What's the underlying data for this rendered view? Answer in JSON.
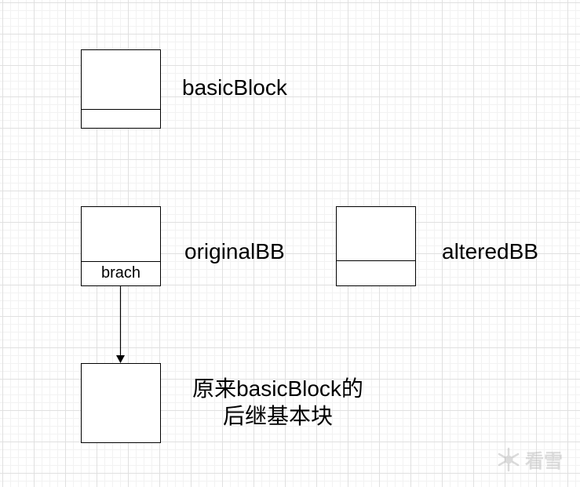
{
  "diagram": {
    "nodes": [
      {
        "id": "basicBlock",
        "label": "basicBlock",
        "footer": ""
      },
      {
        "id": "originalBB",
        "label": "originalBB",
        "footer": "brach"
      },
      {
        "id": "alteredBB",
        "label": "alteredBB",
        "footer": ""
      },
      {
        "id": "successor",
        "label_lines": [
          "原来basicBlock的",
          "后继基本块"
        ],
        "footer": ""
      }
    ],
    "edges": [
      {
        "from": "originalBB",
        "to": "successor",
        "label": ""
      }
    ]
  },
  "watermark": {
    "text": "看雪",
    "icon": "snowflake-icon"
  }
}
